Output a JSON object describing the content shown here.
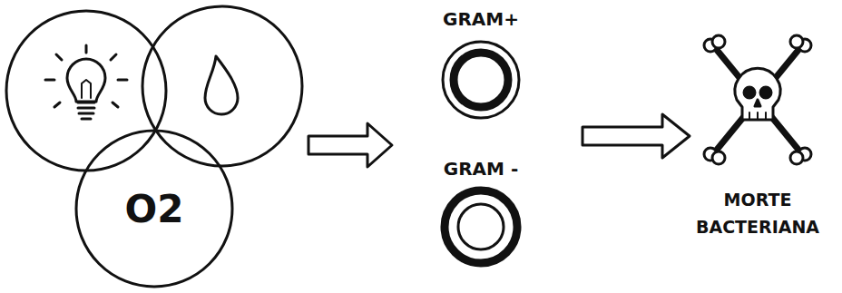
{
  "diagram": {
    "nodes": [
      {
        "text": [
          "O2"
        ]
      }
    ],
    "labels": [
      "GRAM+",
      "GRAM -",
      "MORTE BACTERIANA"
    ]
  }
}
